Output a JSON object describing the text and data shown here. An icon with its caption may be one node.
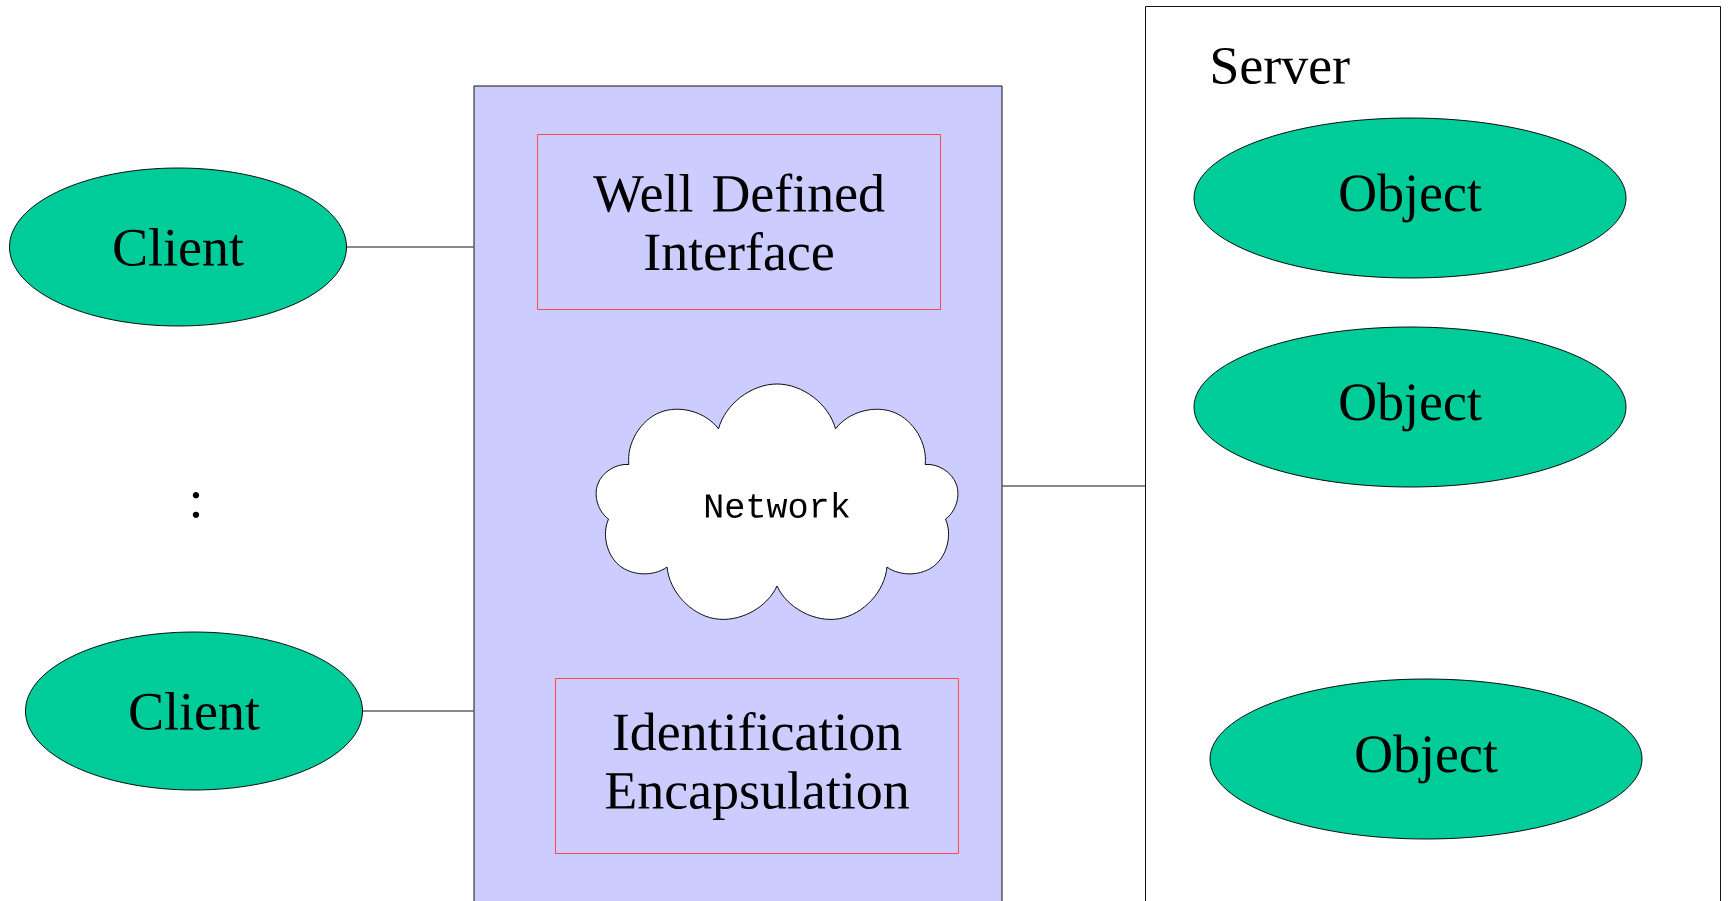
{
  "diagram": {
    "nodes": [
      {
        "text": [
          "Client"
        ]
      },
      {
        "text": [
          "Client"
        ]
      },
      {
        "text": [],
        "shape": "box"
      },
      {
        "text": [
          "Well Defined Interface"
        ],
        "in": 2
      },
      {
        "text": [
          "Network"
        ],
        "in": 2
      },
      {
        "text": [
          "Identification Encapsulation"
        ],
        "in": 2
      },
      {
        "text": [
          "Server"
        ]
      },
      {
        "text": [
          "Object"
        ],
        "in": 6
      },
      {
        "text": [
          "Object"
        ],
        "in": 6
      },
      {
        "text": [
          "Object"
        ],
        "in": 6
      }
    ],
    "edges": [
      {
        "from": 0,
        "to": 2,
        "arrow": "none"
      },
      {
        "from": 1,
        "to": 2,
        "arrow": "none"
      },
      {
        "from": 2,
        "to": 6,
        "arrow": "none"
      }
    ],
    "labels": [
      ":"
    ]
  }
}
